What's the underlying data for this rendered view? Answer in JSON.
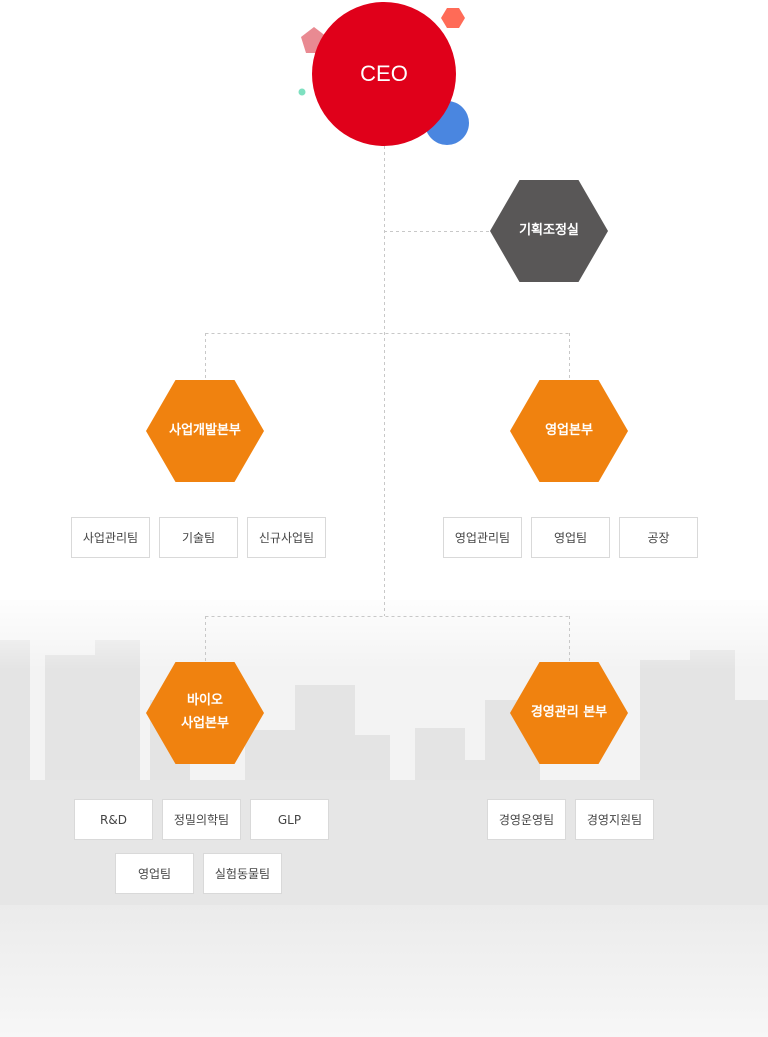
{
  "ceo": {
    "label": "CEO"
  },
  "planning": {
    "label": "기획조정실"
  },
  "divisions": {
    "bizdev": {
      "label": "사업개발본부",
      "teams": [
        "사업관리팀",
        "기술팀",
        "신규사업팀"
      ]
    },
    "sales": {
      "label": "영업본부",
      "teams": [
        "영업관리팀",
        "영업팀",
        "공장"
      ]
    },
    "bio": {
      "label_line1": "바이오",
      "label_line2": "사업본부",
      "teams": [
        "R&D",
        "정밀의학팀",
        "GLP",
        "영업팀",
        "실험동물팀"
      ]
    },
    "management": {
      "label": "경영관리 본부",
      "teams": [
        "경영운영팀",
        "경영지원팀"
      ]
    }
  },
  "colors": {
    "ceo": "#e0001a",
    "division": "#f0820f",
    "planning": "#595757",
    "connector": "#c8c8c8",
    "accent_blue": "#4a86e0",
    "accent_coral": "#ff6b57",
    "accent_pink": "#e98a92",
    "accent_mint": "#7ee0c0"
  }
}
